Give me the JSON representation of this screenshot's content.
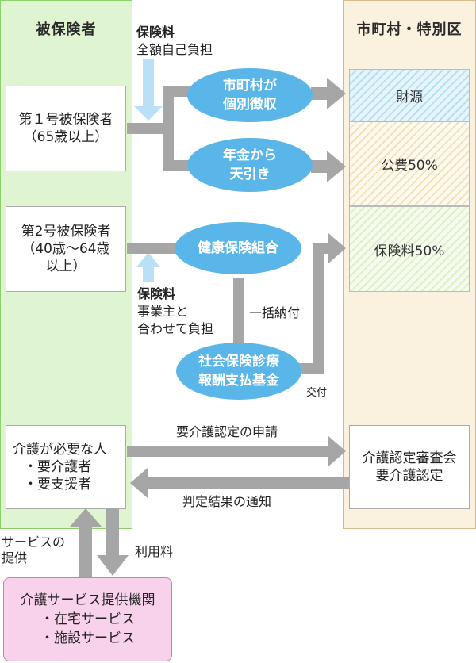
{
  "colors": {
    "left_column_bg": "#dff4d0",
    "right_column_bg": "#fbf1df",
    "ellipse_blue": "#5ab6e8",
    "arrow_gray": "#a6a6a6",
    "light_blue_arrow": "#b9e0f6",
    "provider_pink": "#f8d2ea"
  },
  "left_column": {
    "title": "被保険者"
  },
  "right_column": {
    "title": "市町村・特別区"
  },
  "insured": {
    "first": {
      "line1": "第１号被保険者",
      "line2": "（65歳以上）"
    },
    "second": {
      "line1": "第2号被保険者",
      "line2": "（40歳～64歳",
      "line3": "以上）"
    },
    "needs_care": {
      "line1": "介護が必要な人",
      "line2": "・要介護者",
      "line3": "・要支援者"
    }
  },
  "funding": {
    "source1": "財源",
    "source2": "公費50%",
    "source3": "保険料50%"
  },
  "collection": {
    "individual": {
      "line1": "市町村が",
      "line2": "個別徴収"
    },
    "pension": {
      "line1": "年金から",
      "line2": "天引き"
    },
    "health_union": "健康保険組合",
    "fund": {
      "line1": "社会保険診療",
      "line2": "報酬支払基金"
    }
  },
  "labels": {
    "premium1_title": "保険料",
    "premium1_desc": "全額自己負担",
    "premium2_title": "保険料",
    "premium2_desc1": "事業主と",
    "premium2_desc2": "合わせて負担",
    "lump_sum": "一括納付",
    "grant": "交付",
    "application": "要介護認定の申請",
    "notification": "判定結果の通知",
    "service_provision1": "サービスの",
    "service_provision2": "提供",
    "usage_fee": "利用料"
  },
  "certification": {
    "line1": "介護認定審査会",
    "line2": "要介護認定"
  },
  "provider": {
    "line1": "介護サービス提供機関",
    "line2": "・在宅サービス",
    "line3": "・施設サービス"
  }
}
